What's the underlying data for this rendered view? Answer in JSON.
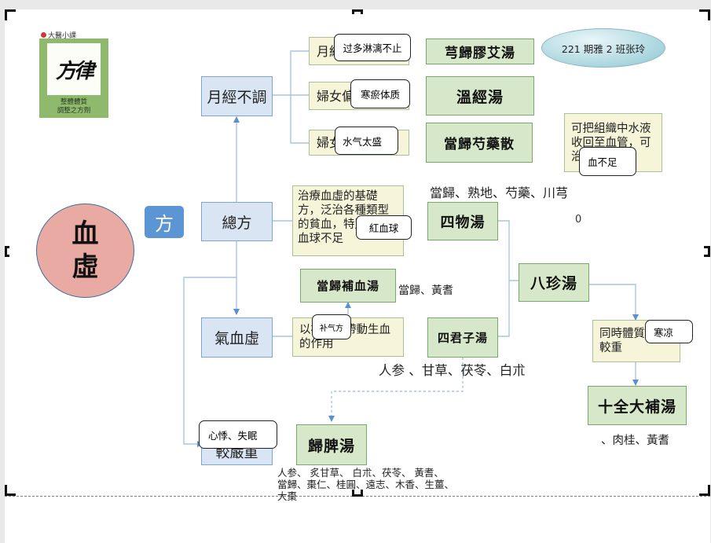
{
  "logo": {
    "label": "大醫小課",
    "calligraphy": "方律",
    "subtitle": "整體體質\n調整之方劑"
  },
  "badge": {
    "text": "221 期雅 2 班张玲"
  },
  "main_topic": {
    "text": "血\n虛"
  },
  "fang_tag": {
    "text": "方"
  },
  "nodes": {
    "yuejing": "月經不調",
    "zongfang": "總方",
    "qixue": "氣血虛",
    "jiao_yanzhong": "較嚴重",
    "yue_sub1": "月經",
    "yue_sub2": "婦女偏",
    "yue_sub3": "婦女",
    "qiongui": "芎歸膠艾湯",
    "wenjing": "溫經湯",
    "danggui_shaoyao": "當歸芍藥散",
    "siwu": "四物湯",
    "bazhen": "八珍湯",
    "danggui_buxue": "當歸補血湯",
    "sijunzi": "四君子湯",
    "shiquan": "十全大補湯",
    "guipi": "歸脾湯"
  },
  "notes": {
    "shuiye": "可把組織中水液收回至血管，可治",
    "zhiliao": "治療血虛的基礎方，泛治各種類型的貧血，特別是紅血球不足",
    "yiqi": "以補氣藥帶動生血的作用",
    "tongshi": "同時體質偏虛較重"
  },
  "callouts": {
    "guoduo": "过多淋漓不止",
    "hanyu": "寒瘀体质",
    "shuiqi": "水气太盛",
    "xuebuzu": "血不足",
    "hongxueqiu": "紅血球",
    "buqifang": "补气方",
    "hanliang": "寒凉",
    "xinji": "心悸、失眠"
  },
  "labels": {
    "siwu_herbs": "當歸、熟地、芍藥、川芎",
    "danggui_buxue_herbs": "當歸、黃耆",
    "sijunzi_herbs": "人参 、甘草、茯苓、白朮",
    "shiquan_herbs": "、肉桂、黃耆",
    "guipi_herbs": "人参、 炙甘草、 白朮、茯苓、 黃耆、\n當歸、棗仁、桂圓、遠志、木香、生薑、\n大棗",
    "stray_mark": "0"
  }
}
